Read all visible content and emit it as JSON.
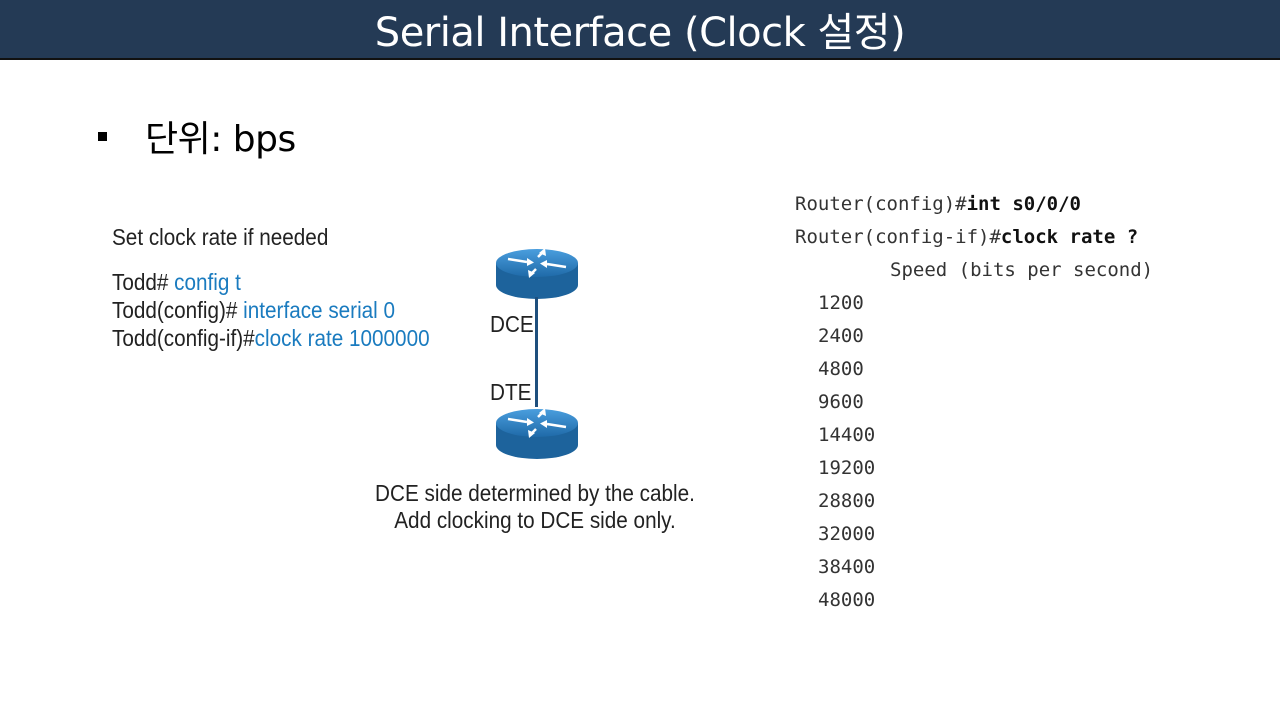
{
  "slide": {
    "title": "Serial Interface (Clock 설정)",
    "bullet": "단위: bps"
  },
  "left": {
    "heading": "Set clock rate if needed",
    "commands": [
      {
        "prompt": "Todd# ",
        "command": "config t"
      },
      {
        "prompt": "Todd(config)# ",
        "command": "interface serial 0"
      },
      {
        "prompt": "Todd(config-if)#",
        "command": "clock rate 1000000"
      }
    ],
    "dce_label": "DCE",
    "dte_label": "DTE",
    "caption_line1": "DCE side determined by the cable.",
    "caption_line2": "Add clocking to DCE side only."
  },
  "right": {
    "line1_prompt": "Router(config)#",
    "line1_command": "int s0/0/0",
    "line2_prompt": "Router(config-if)#",
    "line2_command": "clock rate ?",
    "speed_header": "Speed (bits per second)",
    "speeds": [
      "1200",
      "2400",
      "4800",
      "9600",
      "14400",
      "19200",
      "28800",
      "32000",
      "38400",
      "48000"
    ]
  },
  "colors": {
    "title_bar": "#243a55",
    "command_blue": "#1a7bbf",
    "router_blue": "#3a8fd0"
  },
  "icons": [
    "router-icon",
    "router-icon"
  ]
}
